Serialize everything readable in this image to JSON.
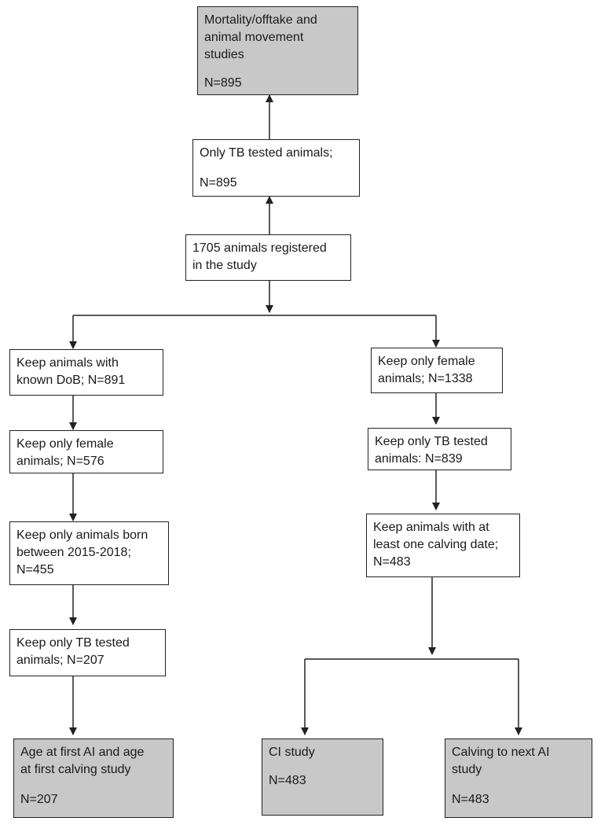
{
  "colors": {
    "outcome_fill": "#c8c8c8",
    "box_fill": "#ffffff",
    "stroke": "#222222"
  },
  "boxes": {
    "mortality": {
      "lines": [
        "Mortality/offtake and",
        "animal movement",
        "studies"
      ],
      "n": "N=895"
    },
    "tb_tested_top": {
      "lines": [
        "Only TB tested animals;"
      ],
      "n": "N=895"
    },
    "registered": {
      "lines": [
        "1705 animals registered",
        "in the study"
      ]
    },
    "known_dob": {
      "lines": [
        "Keep animals with",
        "known DoB; N=891"
      ]
    },
    "female_left": {
      "lines": [
        "Keep only female",
        "animals; N=576"
      ]
    },
    "born_between": {
      "lines": [
        "Keep only animals born",
        "between 2015-2018;",
        "N=455"
      ]
    },
    "tb_left": {
      "lines": [
        "Keep only TB tested",
        "animals; N=207"
      ]
    },
    "age_study": {
      "lines": [
        "Age at first AI and age",
        "at first calving study"
      ],
      "n": "N=207"
    },
    "female_right": {
      "lines": [
        "Keep only female",
        "animals; N=1338"
      ]
    },
    "tb_right": {
      "lines": [
        "Keep only TB tested",
        "animals: N=839"
      ]
    },
    "calving_date": {
      "lines": [
        "Keep animals with at",
        "least one calving date;",
        "N=483"
      ]
    },
    "ci_study": {
      "lines": [
        "CI study"
      ],
      "n": "N=483"
    },
    "calving_next": {
      "lines": [
        "Calving to next AI",
        "study"
      ],
      "n": "N=483"
    }
  }
}
